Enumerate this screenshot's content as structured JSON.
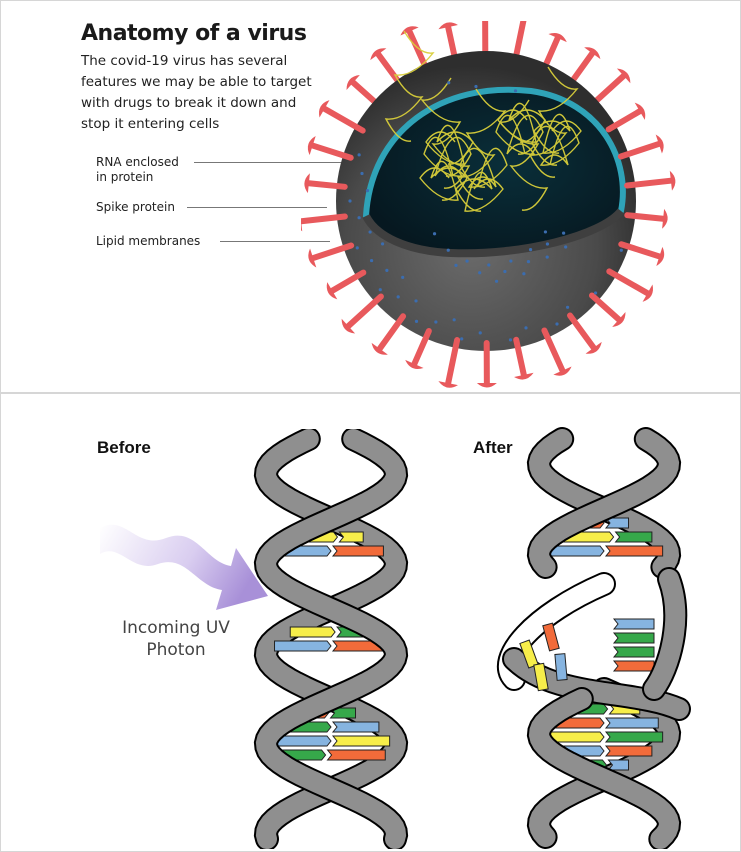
{
  "anatomy": {
    "title": "Anatomy of a virus",
    "subtitle": "The covid-19 virus has several features we may be able to target with drugs to break it down and stop it entering cells",
    "labels": [
      "RNA enclosed in protein",
      "Spike protein",
      "Lipid membranes"
    ]
  },
  "dna": {
    "before_label": "Before",
    "after_label": "After",
    "uv_label": "Incoming UV Photon",
    "colors": {
      "red": "#f26b3a",
      "yellow": "#f7ee4a",
      "green": "#36a84a",
      "blue": "#86b4e0",
      "backbone": "#8f8f8f",
      "spike": "#e8595c"
    }
  }
}
